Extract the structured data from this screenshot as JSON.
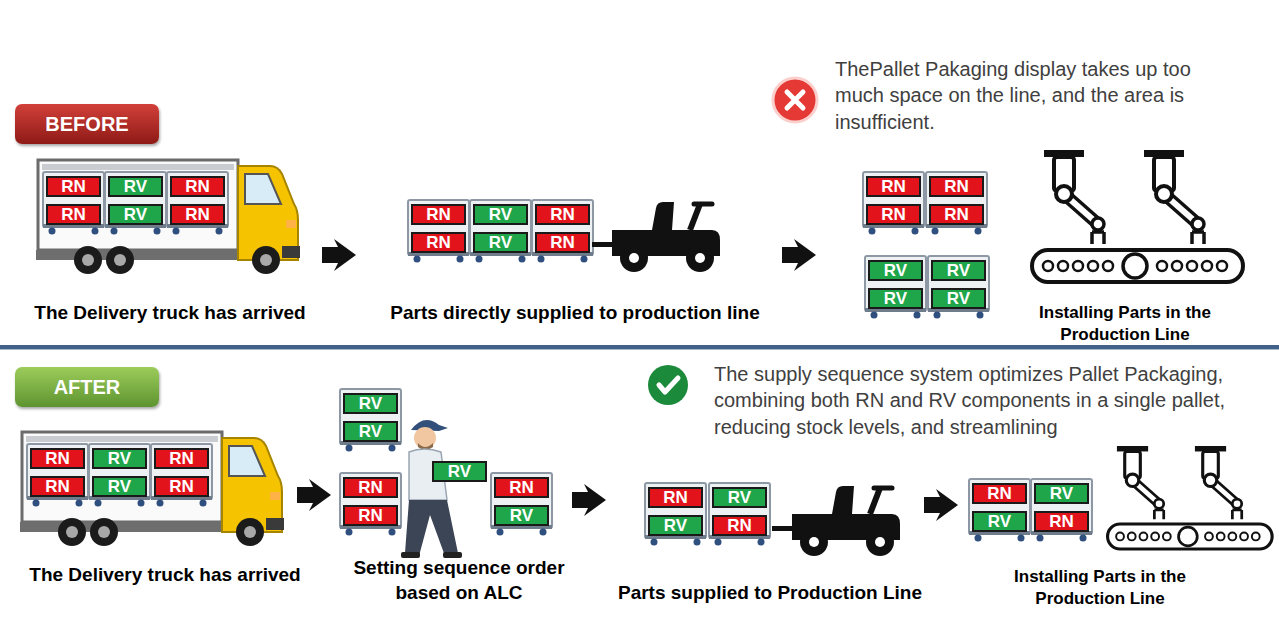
{
  "diagram": {
    "nodes": [
      {
        "text": [
          "BEFORE"
        ]
      },
      {
        "text": [
          "RN"
        ]
      },
      {
        "text": [
          "RV"
        ]
      },
      {
        "text": [
          "RN"
        ]
      },
      {
        "text": [
          "RN"
        ]
      },
      {
        "text": [
          "RV"
        ]
      },
      {
        "text": [
          "RN"
        ]
      },
      {
        "text": [
          "RN"
        ]
      },
      {
        "text": [
          "RV"
        ]
      },
      {
        "text": [
          "RN"
        ]
      },
      {
        "text": [
          "RN"
        ]
      },
      {
        "text": [
          "RV"
        ]
      },
      {
        "text": [
          "RN"
        ]
      },
      {
        "text": [
          "RN"
        ]
      },
      {
        "text": [
          "RN"
        ]
      },
      {
        "text": [
          "RN"
        ]
      },
      {
        "text": [
          "RN"
        ]
      },
      {
        "text": [
          "RV"
        ]
      },
      {
        "text": [
          "RV"
        ]
      },
      {
        "text": [
          "RV"
        ]
      },
      {
        "text": [
          "RV"
        ]
      },
      {
        "text": [
          "AFTER"
        ]
      },
      {
        "text": [
          "RN"
        ]
      },
      {
        "text": [
          "RV"
        ]
      },
      {
        "text": [
          "RN"
        ]
      },
      {
        "text": [
          "RN"
        ]
      },
      {
        "text": [
          "RV"
        ]
      },
      {
        "text": [
          "RN"
        ]
      },
      {
        "text": [
          "RV"
        ]
      },
      {
        "text": [
          "RV"
        ]
      },
      {
        "text": [
          "RV"
        ]
      },
      {
        "text": [
          "RN"
        ]
      },
      {
        "text": [
          "RN"
        ]
      },
      {
        "text": [
          "RN"
        ]
      },
      {
        "text": [
          "RV"
        ]
      },
      {
        "text": [
          "RN"
        ]
      },
      {
        "text": [
          "RV"
        ]
      },
      {
        "text": [
          "RV"
        ]
      },
      {
        "text": [
          "RN"
        ]
      },
      {
        "text": [
          "RN"
        ]
      },
      {
        "text": [
          "RV"
        ]
      },
      {
        "text": [
          "RV"
        ]
      },
      {
        "text": [
          "RN"
        ]
      }
    ],
    "labels": [
      "ThePallet Pakaging display takes up too much space on the line, and the area is insufficient.",
      "The Delivery truck has arrived",
      "Parts directly supplied to production line",
      "Installing Parts in the Production Line",
      "The supply sequence system optimizes Pallet Packaging, combining both RN and RV components in a single pallet, reducing stock levels, and streamlining",
      "The Delivery truck has arrived",
      "Setting sequence order based on ALC",
      "Parts supplied to Production Line",
      "Installing Parts in the Production Line"
    ]
  }
}
